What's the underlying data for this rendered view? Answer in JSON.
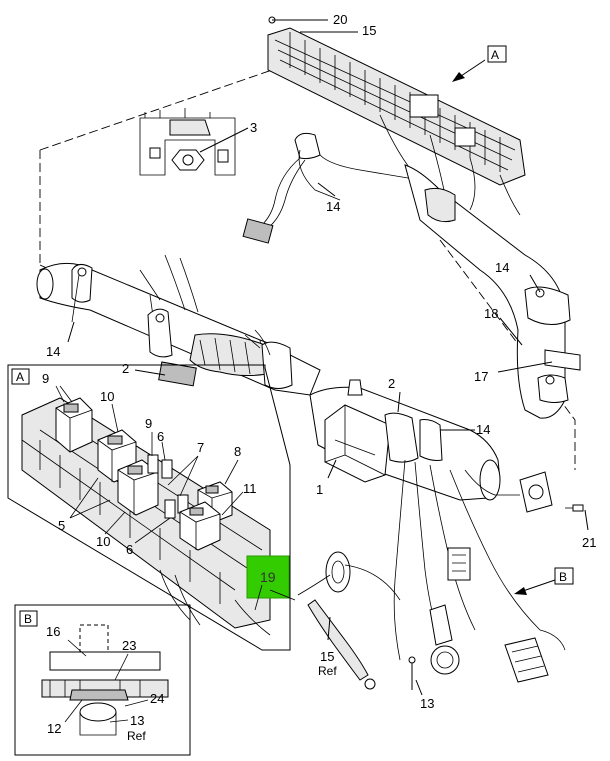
{
  "callouts": {
    "c1": "1",
    "c2a": "2",
    "c2b": "2",
    "c3": "3",
    "c5": "5",
    "c6a": "6",
    "c6b": "6",
    "c7": "7",
    "c8": "8",
    "c9a": "9",
    "c9b": "9",
    "c10a": "10",
    "c10b": "10",
    "c11": "11",
    "c12": "12",
    "c13a": "13",
    "c13b": "13",
    "c13b_ref": "Ref",
    "c14a": "14",
    "c14b": "14",
    "c14c": "14",
    "c14d": "14",
    "c15a": "15",
    "c15b": "15",
    "c15b_ref": "Ref",
    "c16": "16",
    "c17": "17",
    "c18": "18",
    "c19": "19",
    "c20": "20",
    "c21": "21",
    "c23": "23",
    "c24": "24"
  },
  "views": {
    "A_top": "A",
    "B_mid": "B",
    "A_inset": "A",
    "B_inset": "B"
  },
  "colors": {
    "highlight_fill": "#33cc00",
    "line": "#000000"
  }
}
